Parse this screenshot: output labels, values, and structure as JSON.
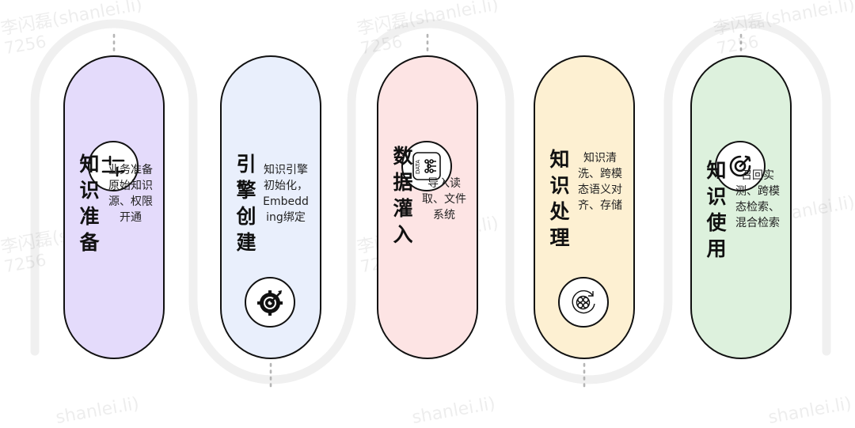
{
  "watermark": {
    "text": "李闪磊(shanlei.li)",
    "number": "7256",
    "partial": "shanlei.li)"
  },
  "steps": [
    {
      "title": "知识准备",
      "description": "业务准备原始知识源、权限开通",
      "icon": "sliders-icon",
      "fill": "#e4dbfb"
    },
    {
      "title": "引擎创建",
      "description": "知识引擎初始化，Embedding绑定",
      "icon": "target-gear-icon",
      "fill": "#e9effc"
    },
    {
      "title": "数据灌入",
      "description": "导入读取、文件系统",
      "icon": "data-flow-icon",
      "icon_text": "DATA",
      "fill": "#fde4e4"
    },
    {
      "title": "知识处理",
      "description": "知识清洗、跨模态语义对齐、存储",
      "icon": "cluster-refresh-icon",
      "fill": "#fdf0d2"
    },
    {
      "title": "知识使用",
      "description": "召回实测、跨模态检索、混合检索",
      "icon": "target-icon",
      "fill": "#ddf1dd"
    }
  ]
}
